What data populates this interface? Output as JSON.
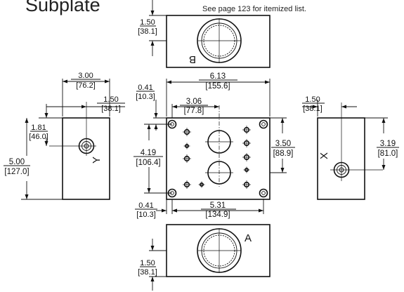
{
  "title": "Subplate",
  "note": "See page 123 for itemized list.",
  "ports": {
    "a": "A",
    "b": "B",
    "x": "X",
    "y": "Y"
  },
  "top_view": {
    "offset_in": "1.50",
    "offset_mm": "[38.1]"
  },
  "bottom_view": {
    "offset_in": "1.50",
    "offset_mm": "[38.1]"
  },
  "left_view": {
    "width_in": "3.00",
    "width_mm": "[76.2]",
    "port_x_in": "1.50",
    "port_x_mm": "[38.1]",
    "port_y_in": "1.81",
    "port_y_mm": "[46.0]",
    "height_in": "5.00",
    "height_mm": "[127.0]"
  },
  "right_view": {
    "port_x_in": "1.50",
    "port_x_mm": "[38.1]",
    "port_y_in": "3.19",
    "port_y_mm": "[81.0]"
  },
  "center_view": {
    "width_in": "6.13",
    "width_mm": "[155.6]",
    "top_offset_in": "0.41",
    "top_offset_mm": "[10.3]",
    "center_in": "3.06",
    "center_mm": "[77.8]",
    "height_in": "4.19",
    "height_mm": "[106.4]",
    "port_spacing_in": "3.50",
    "port_spacing_mm": "[88.9]",
    "bottom_offset_in": "0.41",
    "bottom_offset_mm": "[10.3]",
    "hole_span_in": "5.31",
    "hole_span_mm": "[134.9]"
  }
}
